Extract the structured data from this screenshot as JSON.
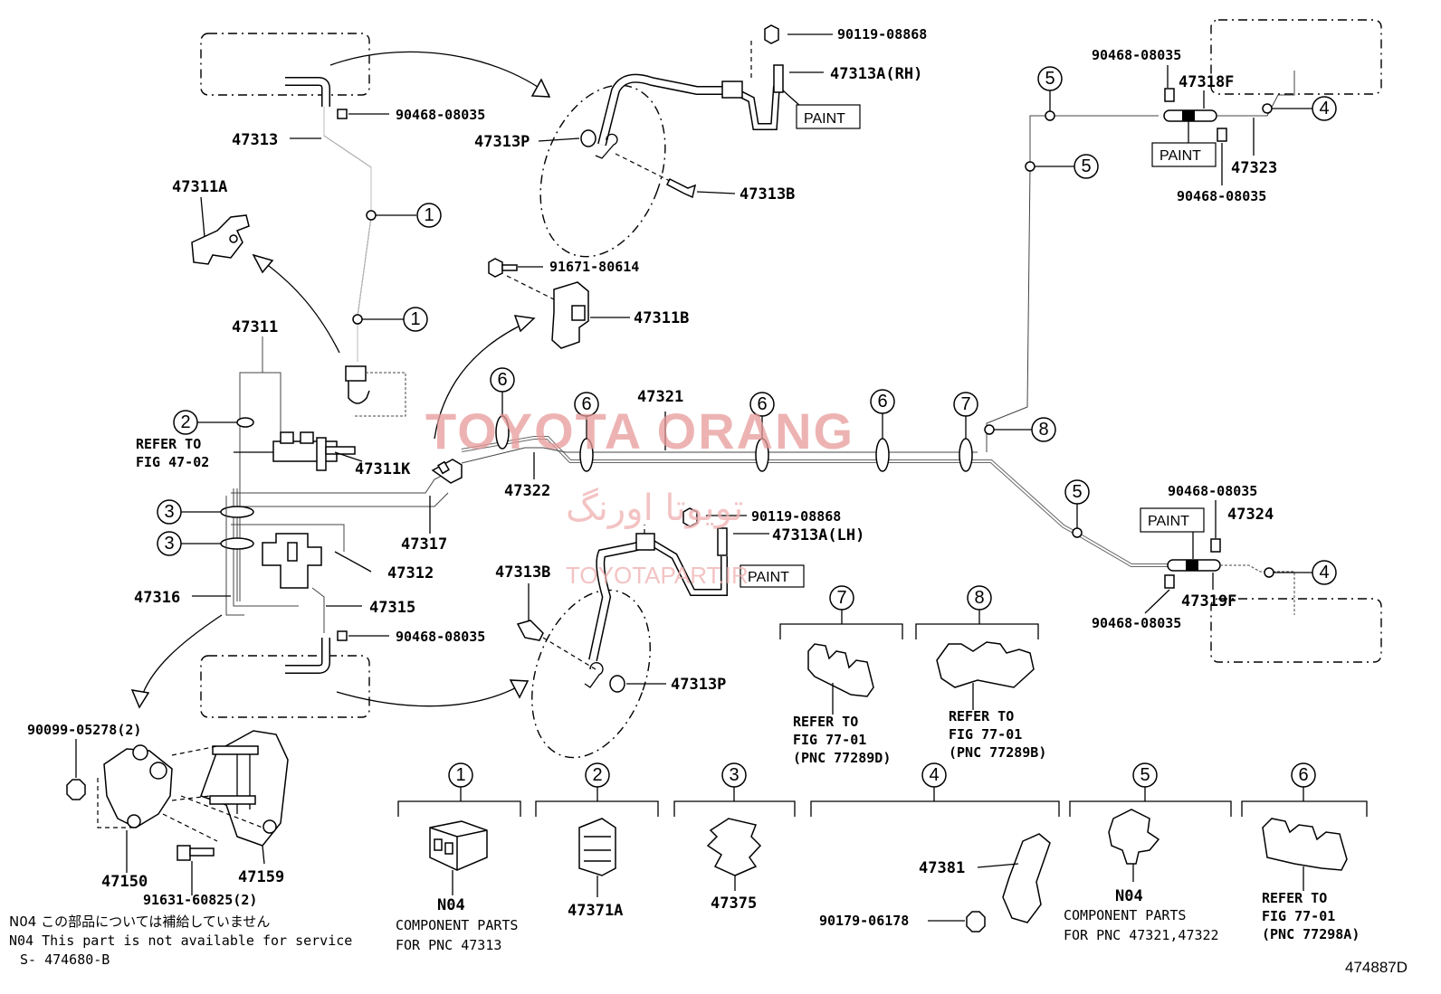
{
  "watermark": {
    "brand": "TOYOTA ORANG",
    "persian": "تویوتا اورنگ",
    "site": "TOYOTAPART.IR"
  },
  "labels": {
    "p47313": "47313",
    "p47311A": "47311A",
    "p47311": "47311",
    "p47311K": "47311K",
    "p47317": "47317",
    "p47312": "47312",
    "p47316": "47316",
    "p47315": "47315",
    "p47150": "47150",
    "p47159": "47159",
    "p47313P_top": "47313P",
    "p47313A_rh": "47313A(RH)",
    "p47313B_top": "47313B",
    "p91671": "91671-80614",
    "p47311B": "47311B",
    "p47321": "47321",
    "p47322": "47322",
    "p90119_top": "90119-08868",
    "p90119_mid": "90119-08868",
    "p47313A_lh": "47313A(LH)",
    "p47313B_mid": "47313B",
    "p47313P_mid": "47313P",
    "p90468_1": "90468-08035",
    "p90468_2": "90468-08035",
    "p90468_3": "90468-08035",
    "p90468_4": "90468-08035",
    "p90468_5": "90468-08035",
    "p90468_6": "90468-08035",
    "p47318F": "47318F",
    "p47323": "47323",
    "p47324": "47324",
    "p47319F": "47319F",
    "p90099": "90099-05278(2)",
    "p91631": "91631-60825(2)",
    "p47381": "47381",
    "p90179": "90179-06178",
    "p47371A": "47371A",
    "p47375": "47375",
    "refer_fig_4702_a": "REFER TO",
    "refer_fig_4702_b": "FIG 47-02",
    "paint": "PAINT"
  },
  "callouts": [
    "1",
    "2",
    "3",
    "4",
    "5",
    "6",
    "7",
    "8"
  ],
  "legend": {
    "c1_code": "N04",
    "c1_line1": "COMPONENT PARTS",
    "c1_line2": "FOR PNC 47313",
    "c5_code": "N04",
    "c5_line1": "COMPONENT PARTS",
    "c5_line2": "FOR PNC 47321,47322",
    "c6_refer_a": "REFER TO",
    "c6_refer_b": "FIG 77-01",
    "c6_refer_c": "(PNC 77298A)",
    "c7_refer_a": "REFER TO",
    "c7_refer_b": "FIG 77-01",
    "c7_refer_c": "(PNC 77289D)",
    "c8_refer_a": "REFER TO",
    "c8_refer_b": "FIG 77-01",
    "c8_refer_c": "(PNC 77289B)"
  },
  "footer": {
    "note_jp": "N04 この部品については補給していません",
    "note_en": "N04 This part is not available for service",
    "code_left": "S- 474680-B",
    "fig_code": "474887D"
  }
}
